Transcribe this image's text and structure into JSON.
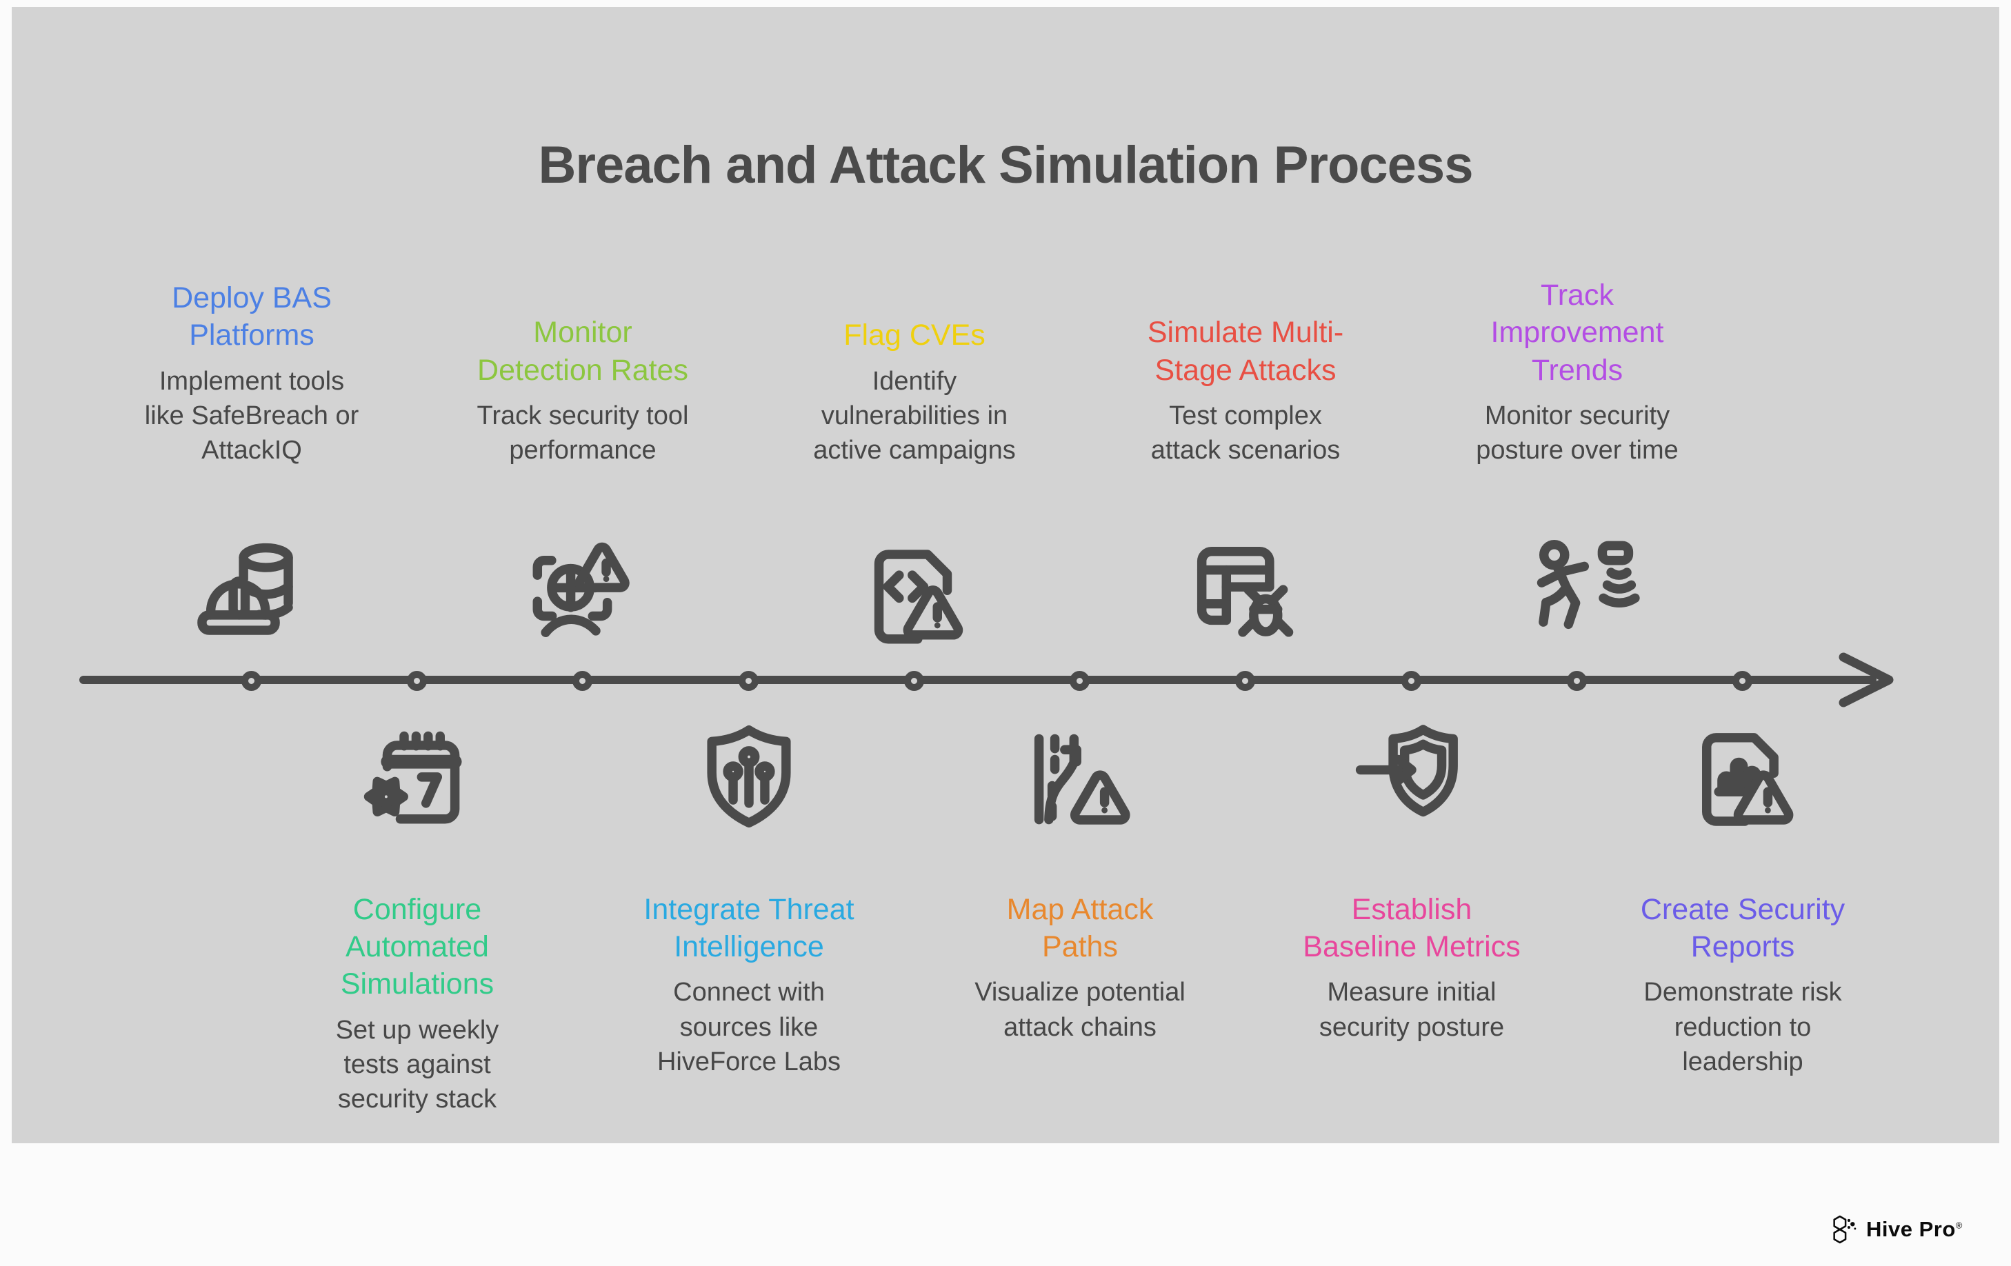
{
  "title": "Breach and Attack Simulation Process",
  "canvas": {
    "background": "#d3d3d3",
    "ink": "#4a4a4a",
    "frame": "#fbfbfb"
  },
  "timeline": {
    "direction": "left-to-right",
    "node_count": 10,
    "line_color": "#4a4a4a",
    "arrow_icon": "right-arrow-icon"
  },
  "steps": [
    {
      "side": "top",
      "title": "Deploy BAS\nPlatforms",
      "description": "Implement tools\nlike SafeBreach or\nAttackIQ",
      "color": "#4c80e4",
      "icon": "hardhat-database-icon"
    },
    {
      "side": "bottom",
      "title": "Configure\nAutomated\nSimulations",
      "description": "Set up weekly\ntests against\nsecurity stack",
      "color": "#31cb89",
      "icon": "calendar-gear-icon"
    },
    {
      "side": "top",
      "title": "Monitor\nDetection Rates",
      "description": "Track security tool\nperformance",
      "color": "#8cc63f",
      "icon": "radar-alert-icon"
    },
    {
      "side": "bottom",
      "title": "Integrate Threat\nIntelligence",
      "description": "Connect with\nsources like\nHiveForce Labs",
      "color": "#29a9e1",
      "icon": "shield-circuit-icon"
    },
    {
      "side": "top",
      "title": "Flag CVEs",
      "description": "Identify\nvulnerabilities in\nactive campaigns",
      "color": "#efd00e",
      "icon": "code-file-alert-icon"
    },
    {
      "side": "bottom",
      "title": "Map Attack\nPaths",
      "description": "Visualize potential\nattack chains",
      "color": "#e8882e",
      "icon": "attack-path-alert-icon"
    },
    {
      "side": "top",
      "title": "Simulate Multi-\nStage Attacks",
      "description": "Test complex\nattack scenarios",
      "color": "#e84f43",
      "icon": "table-bug-icon"
    },
    {
      "side": "bottom",
      "title": "Establish\nBaseline Metrics",
      "description": "Measure initial\nsecurity posture",
      "color": "#e8469c",
      "icon": "shield-login-arrow-icon"
    },
    {
      "side": "top",
      "title": "Track\nImprovement\nTrends",
      "description": "Monitor security\nposture over time",
      "color": "#b34de4",
      "icon": "runner-signal-icon"
    },
    {
      "side": "bottom",
      "title": "Create Security\nReports",
      "description": "Demonstrate risk\nreduction to\nleadership",
      "color": "#6b5ce8",
      "icon": "report-chart-alert-icon"
    }
  ],
  "brand": {
    "name": "Hive Pro",
    "reg_mark": "®",
    "logo_icon": "hivepro-hexagons-icon"
  }
}
